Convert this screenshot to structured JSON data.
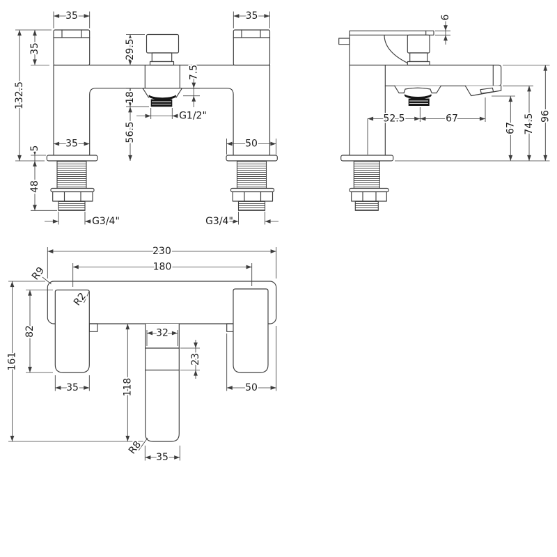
{
  "drawing_labels": {
    "front": {
      "handle_width_left": "35",
      "handle_width_right": "35",
      "handle_height": "35",
      "overall_height": "132.5",
      "diverter_height": "29.5",
      "outlet_projection": "18",
      "aerator_offset": "7.5",
      "shower_outlet_thread": "G1/2\"",
      "underbody_clearance": "56.5",
      "leg_width_left": "35",
      "leg_width_right": "50",
      "base_plate_height": "5",
      "tail_length": "48",
      "inlet_thread_left": "G3/4\"",
      "inlet_thread_right": "G3/4\""
    },
    "side": {
      "handle_cap_thickness": "6",
      "tail_to_outlet": "52.5",
      "outlet_to_spout": "67",
      "spout_clearance": "67",
      "body_clearance": "74.5",
      "body_height": "96"
    },
    "plan": {
      "overall_length": "230",
      "tail_centres": "180",
      "body_corner_radius": "R9",
      "handle_corner_radius": "R2",
      "handle_depth": "82",
      "overall_depth": "161",
      "handle_width_left": "35",
      "handle_width_right": "50",
      "spout_projection": "118",
      "diverter_width": "32",
      "diverter_depth": "23",
      "spout_corner_radius": "R8",
      "spout_width": "35"
    }
  }
}
